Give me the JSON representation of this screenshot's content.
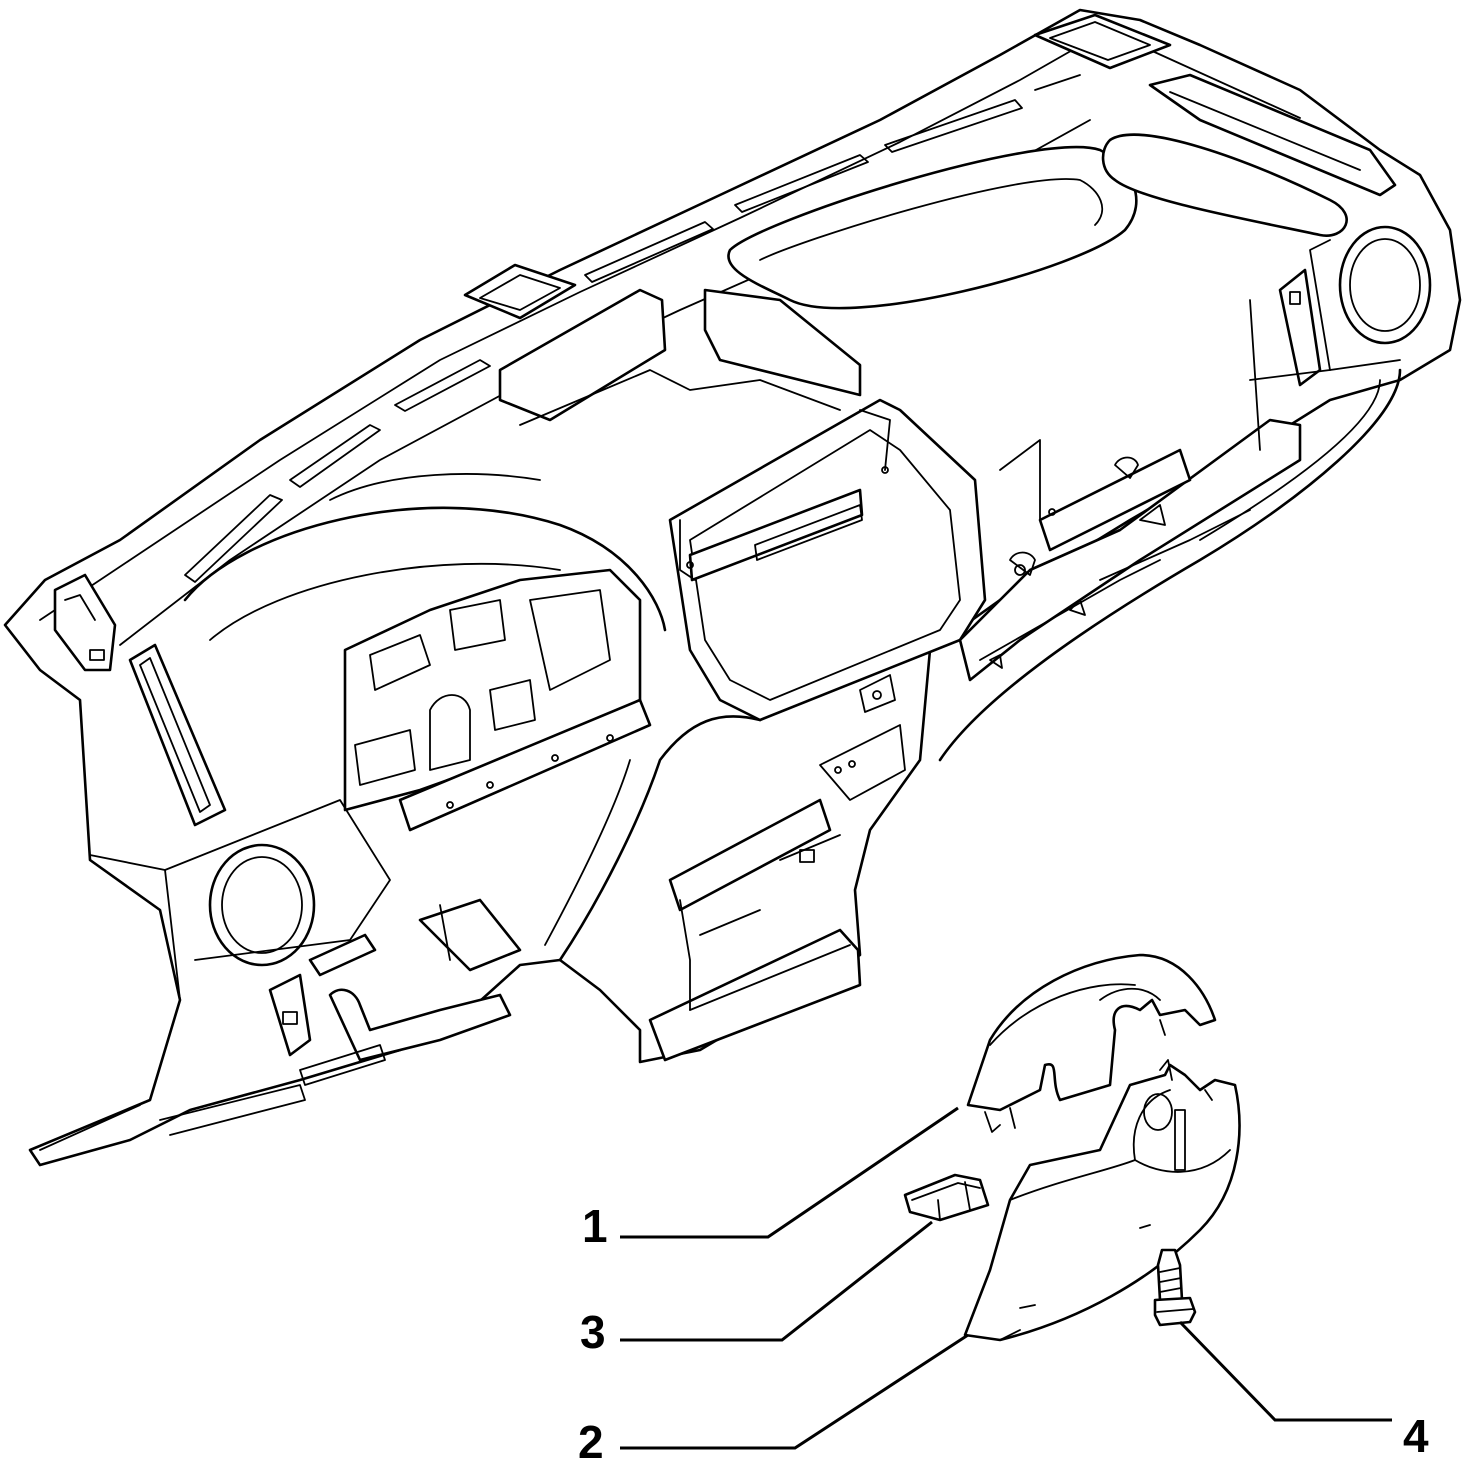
{
  "callouts": [
    {
      "id": "1",
      "label": "1",
      "part": "upper-steering-column-shroud"
    },
    {
      "id": "3",
      "label": "3",
      "part": "spring-clip"
    },
    {
      "id": "2",
      "label": "2",
      "part": "lower-steering-column-shroud"
    },
    {
      "id": "4",
      "label": "4",
      "part": "screw"
    }
  ],
  "colors": {
    "line": "#000000",
    "background": "#ffffff"
  }
}
